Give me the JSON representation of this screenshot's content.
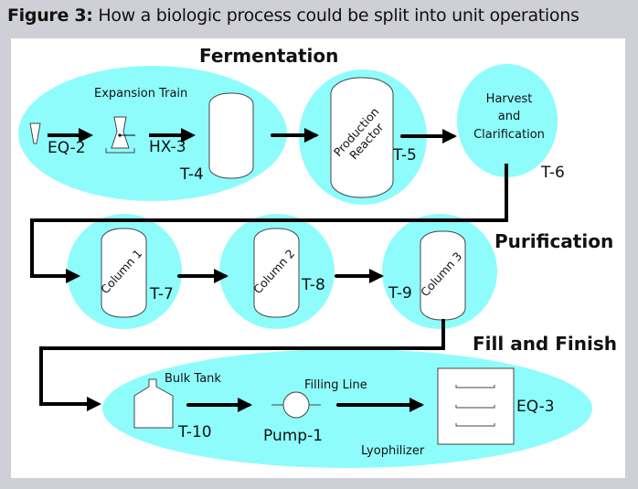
{
  "figure": {
    "label": "Figure 3:",
    "caption": "How a biologic process could be split into unit operations"
  },
  "colors": {
    "frame": "#cfcfd7",
    "panel": "#ffffff",
    "zone_fill": "#8ffcfc",
    "pipe": "#000000",
    "vessel_fill": "#ffffff",
    "vessel_stroke": "#444444"
  },
  "stages": {
    "fermentation": "Fermentation",
    "purification": "Purification",
    "fill_finish": "Fill and Finish"
  },
  "fermentation": {
    "expansion_train_label": "Expansion Train",
    "inoculum_tag": "EQ-2",
    "heat_exchanger_tag": "HX-3",
    "seed_tank_tag": "T-4",
    "production_reactor_label_line1": "Production",
    "production_reactor_label_line2": "Reactor",
    "production_reactor_tag": "T-5",
    "harvest_label_line1": "Harvest",
    "harvest_label_line2": "and",
    "harvest_label_line3": "Clarification",
    "harvest_tag": "T-6"
  },
  "purification": {
    "columns": [
      {
        "label": "Column 1",
        "tag": "T-7"
      },
      {
        "label": "Column 2",
        "tag": "T-8"
      },
      {
        "label": "Column 3",
        "tag": "T-9"
      }
    ]
  },
  "fill_finish": {
    "bulk_tank_label": "Bulk Tank",
    "bulk_tank_tag": "T-10",
    "filling_line_label": "Filling Line",
    "pump_tag": "Pump-1",
    "lyophilizer_label": "Lyophilizer",
    "lyophilizer_tag": "EQ-3"
  }
}
